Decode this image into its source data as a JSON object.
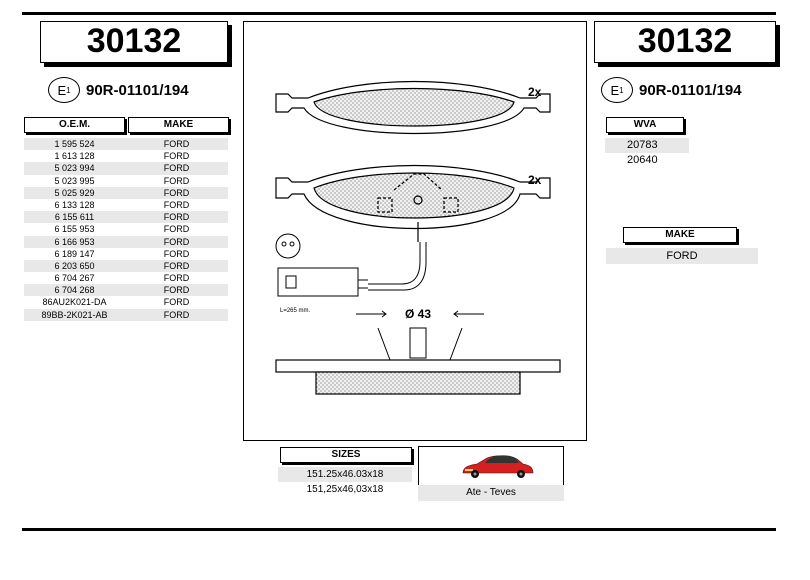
{
  "part_number": "30132",
  "certification": {
    "mark": "E",
    "sub": "1",
    "code": "90R-01101/194"
  },
  "oem_table": {
    "headers": {
      "oem": "O.E.M.",
      "make": "MAKE"
    },
    "rows": [
      [
        "1 595 524",
        "FORD"
      ],
      [
        "1 613 128",
        "FORD"
      ],
      [
        "5 023 994",
        "FORD"
      ],
      [
        "5 023 995",
        "FORD"
      ],
      [
        "5 025 929",
        "FORD"
      ],
      [
        "6 133 128",
        "FORD"
      ],
      [
        "6 155 611",
        "FORD"
      ],
      [
        "6 155 953",
        "FORD"
      ],
      [
        "6 166 953",
        "FORD"
      ],
      [
        "6 189 147",
        "FORD"
      ],
      [
        "6 203 650",
        "FORD"
      ],
      [
        "6 704 267",
        "FORD"
      ],
      [
        "6 704 268",
        "FORD"
      ],
      [
        "86AU2K021-DA",
        "FORD"
      ],
      [
        "89BB-2K021-AB",
        "FORD"
      ]
    ]
  },
  "wva": {
    "header": "WVA",
    "values": [
      "20783",
      "20640"
    ]
  },
  "make_box": {
    "header": "MAKE",
    "value": "FORD"
  },
  "drawing": {
    "qty_top": "2x",
    "qty_middle": "2x",
    "diameter": "Ø 43",
    "cable_length": "L=265 mm."
  },
  "sizes": {
    "header": "SIZES",
    "values": [
      "151.25x46.03x18",
      "151,25x46,03x18"
    ]
  },
  "caption": "Ate - Teves"
}
